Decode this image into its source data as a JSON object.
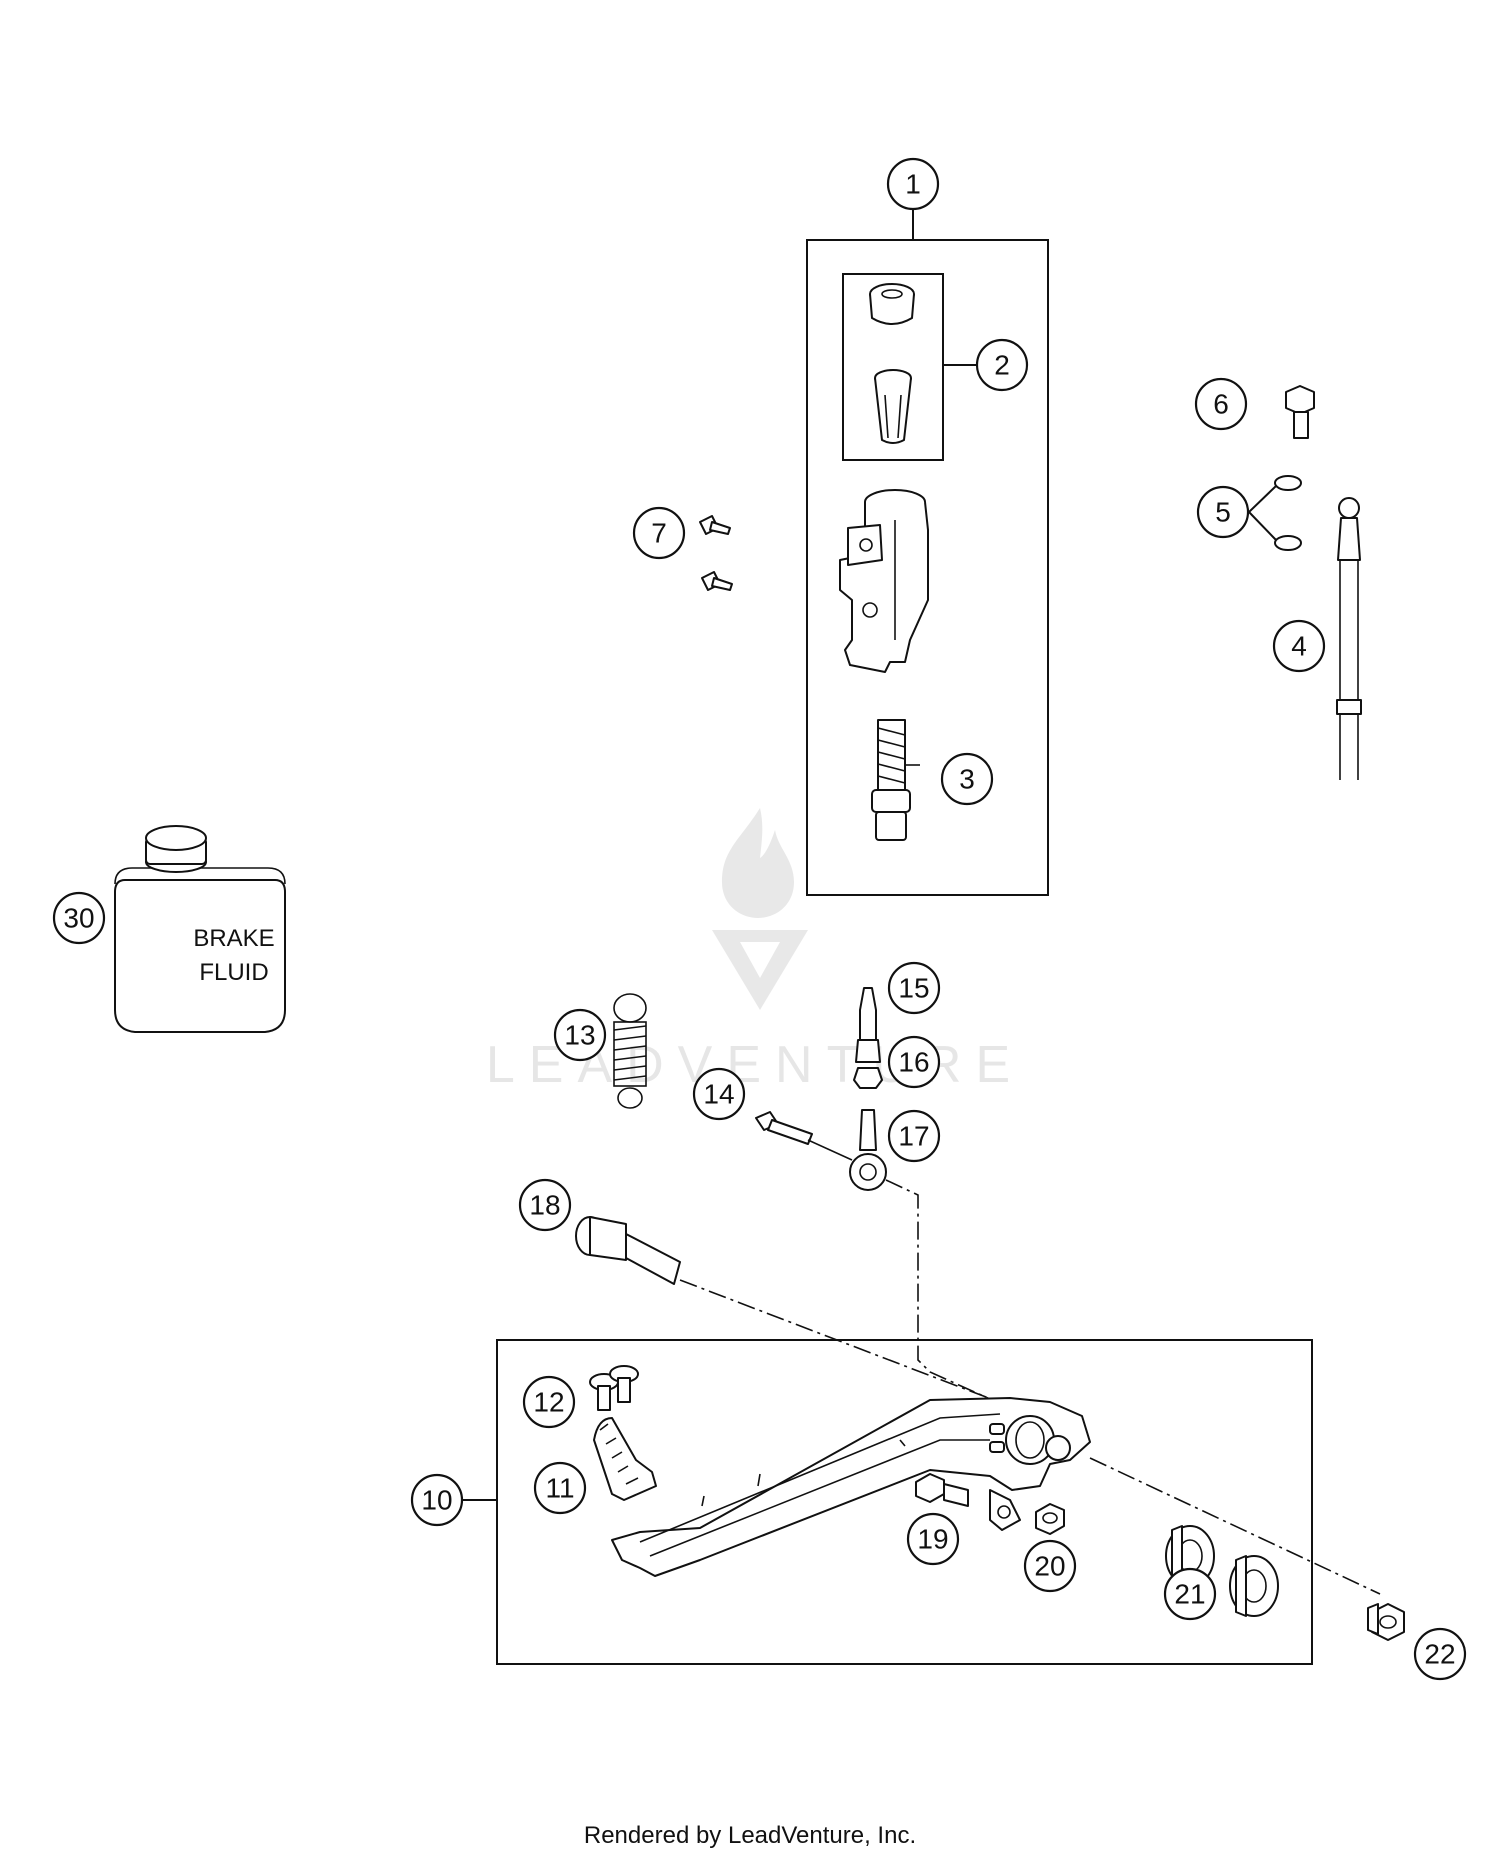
{
  "footer": {
    "credit": "Rendered by LeadVenture, Inc."
  },
  "watermark": {
    "text": "LEADVENTURE",
    "color": "#cfcfcf"
  },
  "brake_fluid": {
    "line1": "BRAKE",
    "line2": "FLUID"
  },
  "callouts": [
    {
      "label": "1"
    },
    {
      "label": "2"
    },
    {
      "label": "3"
    },
    {
      "label": "4"
    },
    {
      "label": "5"
    },
    {
      "label": "6"
    },
    {
      "label": "7"
    },
    {
      "label": "10"
    },
    {
      "label": "11"
    },
    {
      "label": "12"
    },
    {
      "label": "13"
    },
    {
      "label": "14"
    },
    {
      "label": "15"
    },
    {
      "label": "16"
    },
    {
      "label": "17"
    },
    {
      "label": "18"
    },
    {
      "label": "19"
    },
    {
      "label": "20"
    },
    {
      "label": "21"
    },
    {
      "label": "22"
    },
    {
      "label": "30"
    }
  ]
}
